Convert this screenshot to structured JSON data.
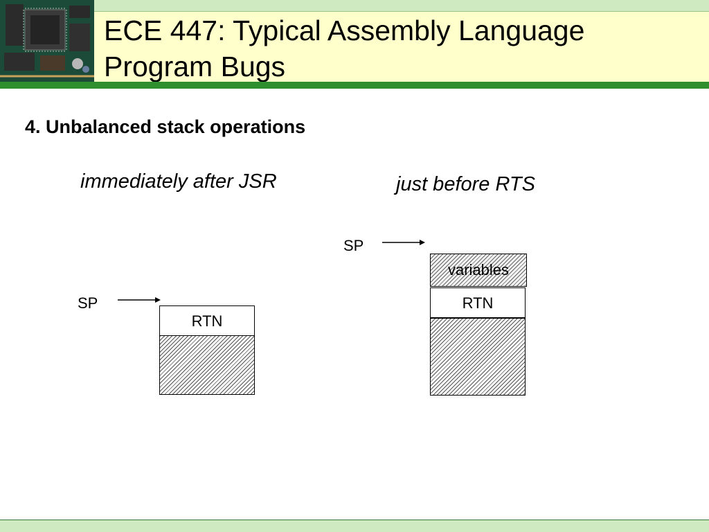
{
  "slide": {
    "title_line1": "ECE 447: Typical Assembly Language",
    "title_line2": "Program Bugs",
    "subtitle": "4. Unbalanced stack operations"
  },
  "left_diagram": {
    "caption": "immediately after JSR",
    "sp_label": "SP",
    "rtn_label": "RTN"
  },
  "right_diagram": {
    "caption": "just before RTS",
    "sp_label": "SP",
    "variables_label": "variables",
    "rtn_label": "RTN"
  },
  "colors": {
    "header_background": "#ffffcc",
    "header_rule": "#2f8f2f",
    "footer_background": "#cfe9c0"
  },
  "icons": {
    "header_image": "circuit-board-icon"
  }
}
